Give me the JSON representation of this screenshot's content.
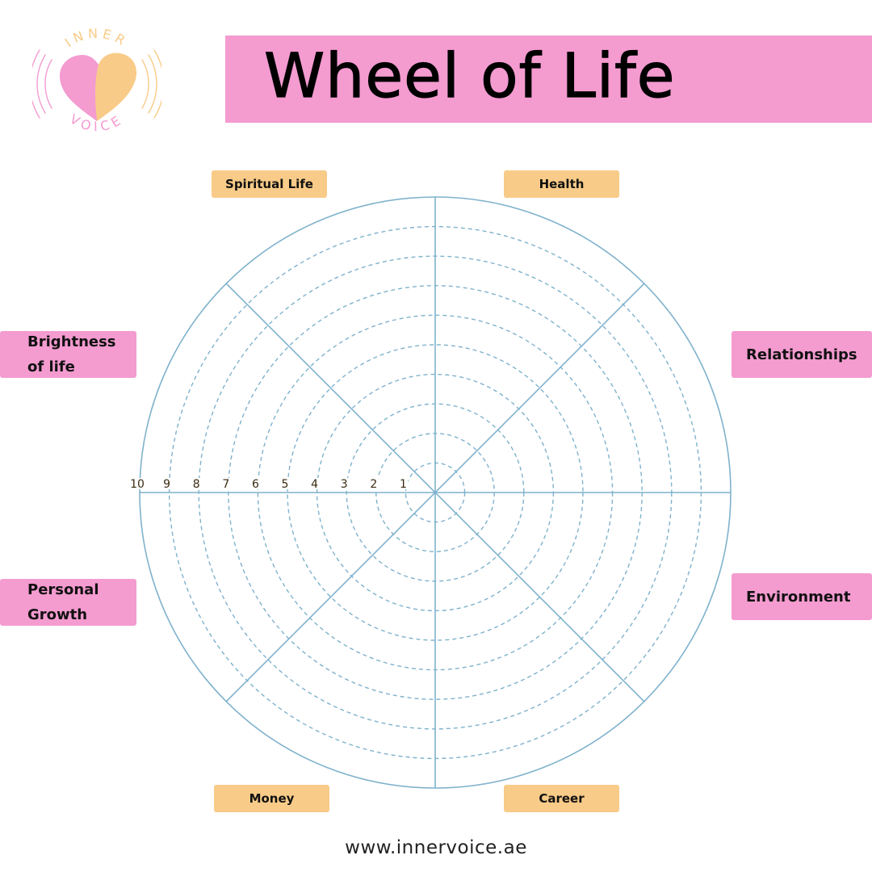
{
  "logo": {
    "top_text": "INNER",
    "bottom_text": "VOICE",
    "colors": {
      "pink": "#f49bd0",
      "peach": "#f8cb88"
    }
  },
  "title": "Wheel of Life",
  "wheel": {
    "scale": [
      "10",
      "9",
      "8",
      "7",
      "6",
      "5",
      "4",
      "3",
      "2",
      "1"
    ],
    "rings": 10,
    "segments": 8,
    "line_color": "#7fb2cc"
  },
  "categories": {
    "spiritual_life": "Spiritual Life",
    "health": "Health",
    "brightness_line1": "Brightness",
    "brightness_line2": "of life",
    "relationships": "Relationships",
    "personal_growth_line1": "Personal",
    "personal_growth_line2": "Growth",
    "environment": "Environment",
    "money": "Money",
    "career": "Career"
  },
  "colors": {
    "pink": "#f49bd0",
    "orange": "#f8cb88"
  },
  "footer": "www.innervoice.ae"
}
